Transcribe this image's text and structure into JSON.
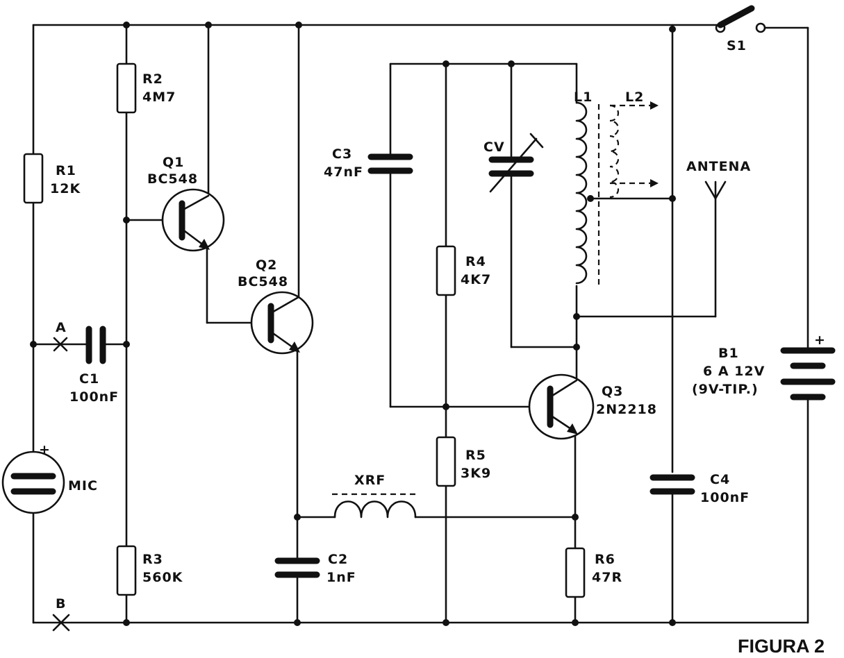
{
  "figure_label": "FIGURA 2",
  "components": {
    "r1": {
      "ref": "R1",
      "value": "12K"
    },
    "r2": {
      "ref": "R2",
      "value": "4M7"
    },
    "r3": {
      "ref": "R3",
      "value": "560K"
    },
    "r4": {
      "ref": "R4",
      "value": "4K7"
    },
    "r5": {
      "ref": "R5",
      "value": "3K9"
    },
    "r6": {
      "ref": "R6",
      "value": "47R"
    },
    "c1": {
      "ref": "C1",
      "value": "100nF"
    },
    "c2": {
      "ref": "C2",
      "value": "1nF"
    },
    "c3": {
      "ref": "C3",
      "value": "47nF"
    },
    "c4": {
      "ref": "C4",
      "value": "100nF"
    },
    "cv": {
      "ref": "CV"
    },
    "q1": {
      "ref": "Q1",
      "value": "BC548"
    },
    "q2": {
      "ref": "Q2",
      "value": "BC548"
    },
    "q3": {
      "ref": "Q3",
      "value": "2N2218"
    },
    "l1": {
      "ref": "L1"
    },
    "l2": {
      "ref": "L2"
    },
    "xrf": {
      "ref": "XRF"
    },
    "s1": {
      "ref": "S1"
    },
    "mic": {
      "ref": "MIC",
      "polarity": "+"
    },
    "b1": {
      "ref": "B1",
      "line1": "6 A 12V",
      "line2": "(9V-TIP.)",
      "polarity": "+"
    },
    "antenna": {
      "label": "ANTENA"
    }
  },
  "points": {
    "a": "A",
    "b": "B"
  }
}
